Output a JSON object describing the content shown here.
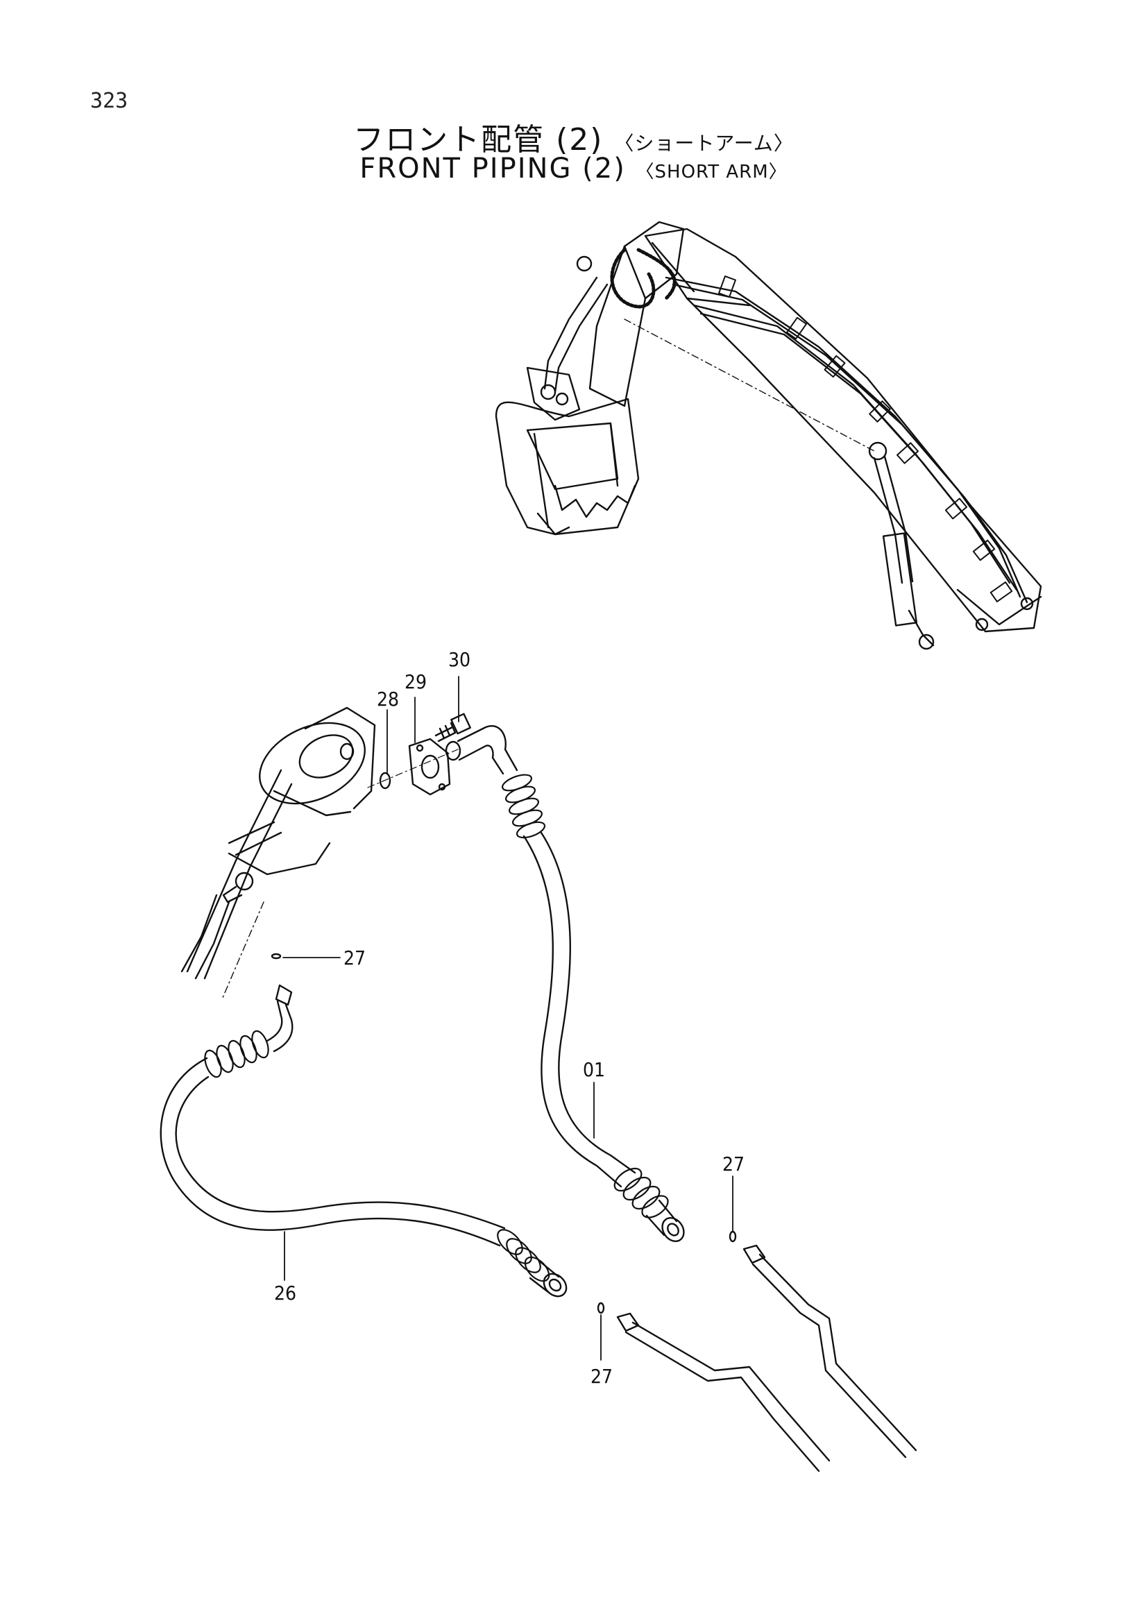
{
  "page_number": "323",
  "title": {
    "jp_main": "フロント配管 (2)",
    "jp_sub": "〈ショートアーム〉",
    "en_main": "FRONT PIPING (2)",
    "en_sub": "〈SHORT ARM〉"
  },
  "callouts": {
    "c30": "30",
    "c29": "29",
    "c28": "28",
    "c27_top": "27",
    "c01": "01",
    "c27_right": "27",
    "c26": "26",
    "c27_bottom": "27"
  },
  "line_color": "#111111"
}
